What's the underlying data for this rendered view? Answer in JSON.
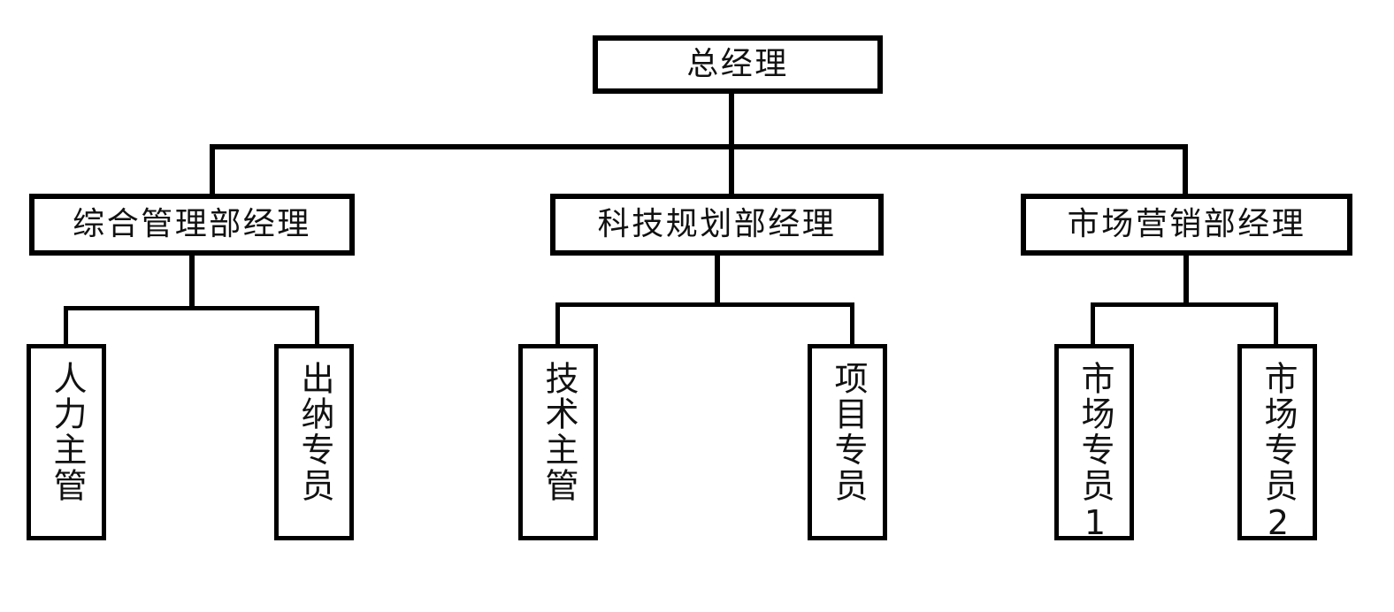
{
  "chart_data": {
    "type": "diagram",
    "diagram_type": "organizational-chart",
    "orientation": "top-down",
    "levels": 3,
    "node_count": 10,
    "line_color": "#000000",
    "box_fill": "#ffffff",
    "text_color": "#111111",
    "nodes": [
      {
        "id": "root",
        "label": "总经理",
        "level": 1,
        "text_direction": "horizontal",
        "parent": null
      },
      {
        "id": "admin",
        "label": "综合管理部经理",
        "level": 2,
        "text_direction": "horizontal",
        "parent": "root"
      },
      {
        "id": "tech",
        "label": "科技规划部经理",
        "level": 2,
        "text_direction": "horizontal",
        "parent": "root"
      },
      {
        "id": "market",
        "label": "市场营销部经理",
        "level": 2,
        "text_direction": "horizontal",
        "parent": "root"
      },
      {
        "id": "hr",
        "label": "人力主管",
        "level": 3,
        "text_direction": "vertical",
        "parent": "admin"
      },
      {
        "id": "cashier",
        "label": "出纳专员",
        "level": 3,
        "text_direction": "vertical",
        "parent": "admin"
      },
      {
        "id": "techlead",
        "label": "技术主管",
        "level": 3,
        "text_direction": "vertical",
        "parent": "tech"
      },
      {
        "id": "project",
        "label": "项目专员",
        "level": 3,
        "text_direction": "vertical",
        "parent": "tech"
      },
      {
        "id": "mkt1",
        "label": "市场专员1",
        "level": 3,
        "text_direction": "vertical",
        "parent": "market"
      },
      {
        "id": "mkt2",
        "label": "市场专员2",
        "level": 3,
        "text_direction": "vertical",
        "parent": "market"
      }
    ],
    "edges": [
      {
        "from": "root",
        "to": "admin"
      },
      {
        "from": "root",
        "to": "tech"
      },
      {
        "from": "root",
        "to": "market"
      },
      {
        "from": "admin",
        "to": "hr"
      },
      {
        "from": "admin",
        "to": "cashier"
      },
      {
        "from": "tech",
        "to": "techlead"
      },
      {
        "from": "tech",
        "to": "project"
      },
      {
        "from": "market",
        "to": "mkt1"
      },
      {
        "from": "market",
        "to": "mkt2"
      }
    ]
  },
  "nodes": {
    "root": {
      "label": "总经理"
    },
    "admin": {
      "label": "综合管理部经理"
    },
    "tech": {
      "label": "科技规划部经理"
    },
    "market": {
      "label": "市场营销部经理"
    },
    "hr": {
      "label": "人力主管"
    },
    "cashier": {
      "label": "出纳专员"
    },
    "techlead": {
      "label": "技术主管"
    },
    "project": {
      "label": "项目专员"
    },
    "mkt1": {
      "label": "市场专员1"
    },
    "mkt2": {
      "label": "市场专员2"
    }
  }
}
